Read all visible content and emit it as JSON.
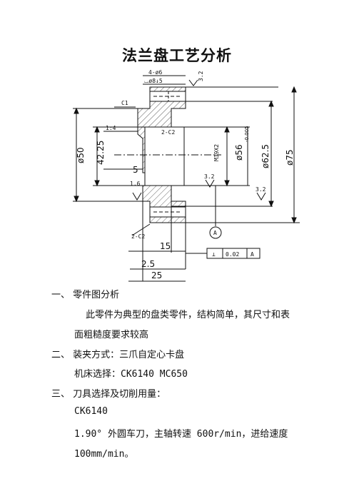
{
  "title": "法兰盘工艺分析",
  "drawing": {
    "labels": {
      "holes": "4-ø6",
      "counterbore": "⌴ø8↓5",
      "ra_top": "3.2",
      "chamfer_c1": "C1",
      "taper": "1:4",
      "chamfer_inner_top": "2-C2",
      "dia_50": "ø50",
      "dim_42_25": "42.25",
      "thread": "M39X2",
      "dia_56": "ø56",
      "tol_56": "-0.005\n-0.03",
      "dia_62_5": "ø62.5",
      "dia_75": "ø75",
      "dim_5": "5",
      "ra_16": "1.6",
      "ra_32_a": "3.2",
      "ra_32_b": "3.2",
      "datum": "A",
      "chamfer_inner_bottom": "2-C2",
      "dim_15": "15",
      "tol_symbol": "⊥",
      "tol_value": "0.02",
      "tol_datum": "A",
      "dim_2_5": "2.5",
      "dim_25": "25"
    }
  },
  "content": {
    "sec1_title": "一、  零件图分析",
    "sec1_p1": "此零件为典型的盘类零件，结构简单，其尺寸和表",
    "sec1_p2": "面粗糙度要求较高",
    "sec2_title": "二、  装夹方式：三爪自定心卡盘",
    "sec2_line": "机床选择：CK6140   MC650",
    "sec3_title": "三、  刀具选择及切削用量：",
    "sec3_machine": "CK6140",
    "sec3_item1": "1.90°  外圆车刀，主轴转速  600r/min，进给速度",
    "sec3_item1b": "100mm/min。"
  }
}
